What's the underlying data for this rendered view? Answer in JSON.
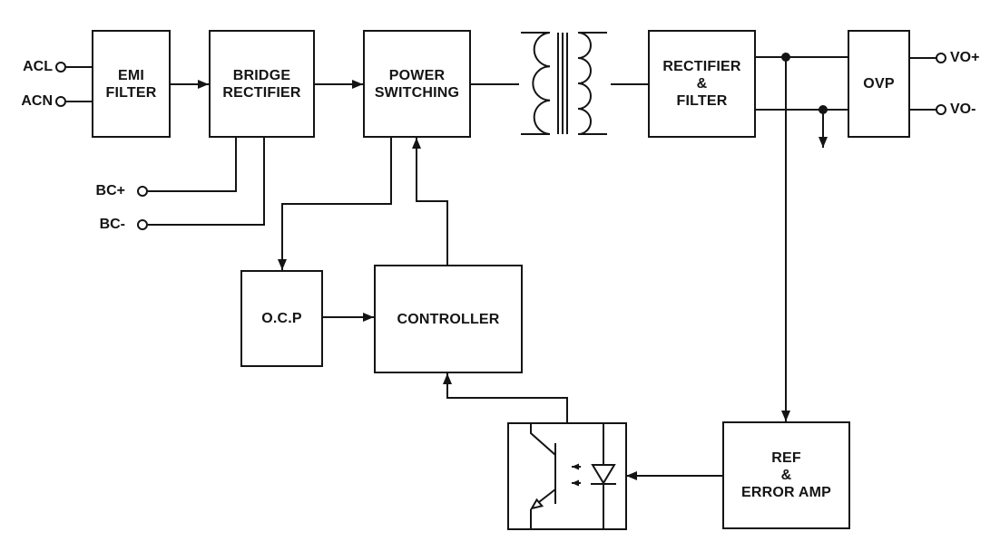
{
  "colors": {
    "line": "#141414",
    "background": "#ffffff",
    "text": "#141414"
  },
  "blocks": {
    "emi_filter": "EMI\nFILTER",
    "bridge_rectifier": "BRIDGE\nRECTIFIER",
    "power_switching": "POWER\nSWITCHING",
    "rectifier_filter": "RECTIFIER\n&\nFILTER",
    "ovp": "OVP",
    "ocp": "O.C.P",
    "controller": "CONTROLLER",
    "ref_error_amp": "REF\n&\nERROR AMP"
  },
  "terminals": {
    "acl": "ACL",
    "acn": "ACN",
    "bc_plus": "BC+",
    "bc_minus": "BC-",
    "vo_plus": "VO+",
    "vo_minus": "VO-"
  },
  "icons": {
    "transformer": "transformer-icon",
    "optocoupler": "optocoupler-icon",
    "ground_arrow": "ground-arrow-icon",
    "terminal_circle": "terminal-circle-icon",
    "junction_dot": "junction-dot-icon"
  }
}
